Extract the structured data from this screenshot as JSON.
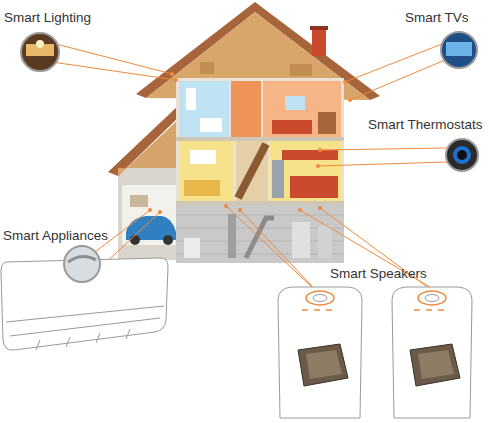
{
  "diagram": {
    "labels": [
      "Smart Lighting",
      "Smart TVs",
      "Smart Thermostats",
      "Smart Appliances",
      "Smart Speakers"
    ]
  }
}
